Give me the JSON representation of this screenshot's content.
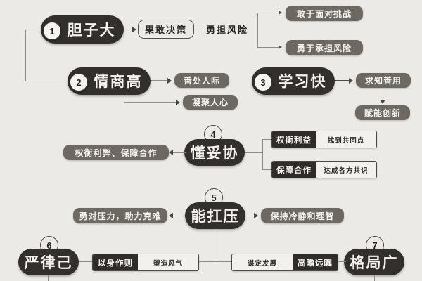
{
  "theme": {
    "background": "#eceae6",
    "main_pill": "#332f2c",
    "chip": "#6d6862",
    "split_dark": "#2f2c29",
    "split_light": "#f3f1ee",
    "line": "#8e8a84",
    "text_light": "#f5f3f0",
    "text_dark": "#2e2b28"
  },
  "nodes": [
    {
      "number": "1",
      "title": "胆子大",
      "children": [
        {
          "label": "果敢决策",
          "style": "outline"
        },
        {
          "label": "勇担风险",
          "style": "plain"
        }
      ],
      "grandchildren": [
        {
          "label": "敢于面对挑战",
          "style": "chip"
        },
        {
          "label": "勇于承担风险",
          "style": "chip"
        }
      ]
    },
    {
      "number": "2",
      "title": "情商高",
      "children": [
        {
          "label": "善处人际",
          "style": "chip"
        },
        {
          "label": "凝聚人心",
          "style": "chip"
        }
      ]
    },
    {
      "number": "3",
      "title": "学习快",
      "children": [
        {
          "label": "求知善用",
          "style": "chip"
        },
        {
          "label": "赋能创新",
          "style": "chip"
        }
      ]
    },
    {
      "number": "4",
      "title": "懂妥协",
      "left_child": {
        "label": "权衡利弊、保障合作",
        "style": "chip"
      },
      "split_children": [
        {
          "key": "权衡利益",
          "value": "找到共同点"
        },
        {
          "key": "保障合作",
          "value": "达成各方共识"
        }
      ]
    },
    {
      "number": "5",
      "title": "能扛压",
      "left_child": {
        "label": "勇对压力，助力克难",
        "style": "chip"
      },
      "right_child": {
        "label": "保持冷静和理智",
        "style": "chip"
      }
    },
    {
      "number": "6",
      "title": "严律己",
      "split_child": {
        "key": "以身作则",
        "value": "塑造风气"
      }
    },
    {
      "number": "7",
      "title": "格局广",
      "split_child": {
        "key": "高瞻远瞩",
        "value": "谋定发展"
      }
    }
  ]
}
